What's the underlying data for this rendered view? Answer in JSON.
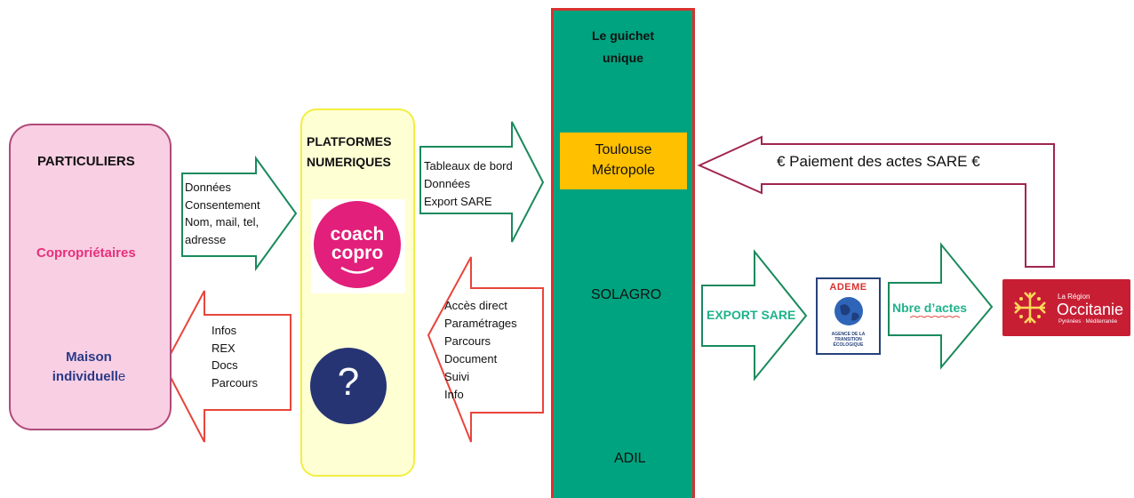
{
  "particuliers": {
    "title": "PARTICULIERS",
    "coproprietaires": "Copropriétaires",
    "maison_line1": "Maison",
    "maison_line2_main": "individuell",
    "maison_line2_end": "e"
  },
  "platforms": {
    "title_line1": "PLATFORMES",
    "title_line2": "NUMERIQUES",
    "coach_line1": "coach",
    "coach_line2": "copro",
    "unknown_symbol": "?"
  },
  "arrow_donnees": {
    "lines": [
      "Données",
      "Consentement",
      "Nom, mail, tel,",
      "adresse"
    ]
  },
  "arrow_infos": {
    "lines": [
      "Infos",
      "REX",
      "Docs",
      "Parcours"
    ]
  },
  "arrow_tableaux": {
    "lines": [
      "Tableaux de bord",
      "Données",
      "Export SARE"
    ]
  },
  "arrow_acces": {
    "lines": [
      "Accès direct",
      "Paramétrages",
      "Parcours",
      "Document",
      "Suivi",
      "Info"
    ]
  },
  "guichet": {
    "title_line1": "Le guichet",
    "title_line2": "unique",
    "toulouse_line1": "Toulouse",
    "toulouse_line2": "Métropole",
    "solagro": "SOLAGRO",
    "adil": "ADIL"
  },
  "paiement": "€ Paiement des actes SARE €",
  "export_sare": "EXPORT SARE",
  "nbre_actes": "Nbre d’actes",
  "ademe": {
    "name": "ADEME",
    "sub_line1": "AGENCE DE LA",
    "sub_line2": "TRANSITION",
    "sub_line3": "ÉCOLOGIQUE"
  },
  "occitanie": {
    "line1": "La Région",
    "line2": "Occitanie",
    "line3": "Pyrénées · Méditerranée"
  },
  "colors": {
    "pink_box": "#f9cfe3",
    "yellow_box": "#ffffd4",
    "guichet_green": "#00a37f",
    "toulouse_orange": "#ffc000",
    "arrow_green": "#1a8a5c",
    "arrow_red": "#e8453c",
    "arrow_maroon": "#a0254f",
    "occitanie_red": "#c81e34"
  }
}
